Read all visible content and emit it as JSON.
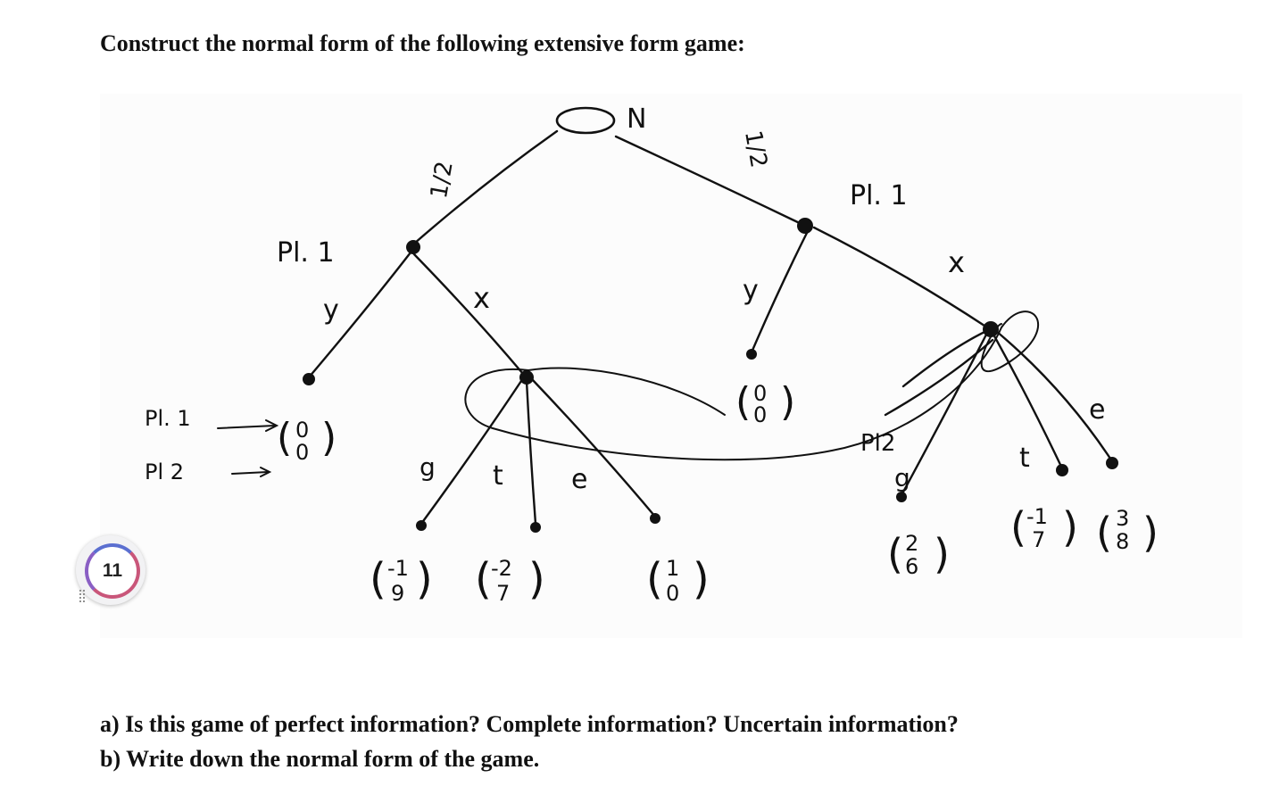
{
  "heading": "Construct the normal form of the following extensive form game:",
  "tree": {
    "nature_label": "N",
    "prob_left": "1/2",
    "prob_right": "1/2",
    "left_player": "Pl. 1",
    "right_player": "Pl. 1",
    "action_y_left": "y",
    "action_x_left": "x",
    "action_y_right": "y",
    "action_x_right": "x",
    "pl2_label": "Pl2",
    "action_g_left": "g",
    "action_t_left": "t",
    "action_e_left": "e",
    "action_g_right": "g",
    "action_t_right": "t",
    "action_e_right": "e",
    "legend_pl1": "Pl. 1",
    "legend_pl2": "Pl 2",
    "payoff_leaf1": [
      "0",
      "0"
    ],
    "payoff_g_left": [
      "-1",
      "9"
    ],
    "payoff_t_left": [
      "-2",
      "7"
    ],
    "payoff_e_left": [
      "1",
      "0"
    ],
    "payoff_y_right": [
      "0",
      "0"
    ],
    "payoff_g_right": [
      "2",
      "6"
    ],
    "payoff_t_right": [
      "-1",
      "7"
    ],
    "payoff_e_right": [
      "3",
      "8"
    ]
  },
  "questions": {
    "a": "a) Is this game of perfect information? Complete information? Uncertain information?",
    "b": "b) Write down the normal form of the game."
  },
  "badge": {
    "count": "11"
  }
}
